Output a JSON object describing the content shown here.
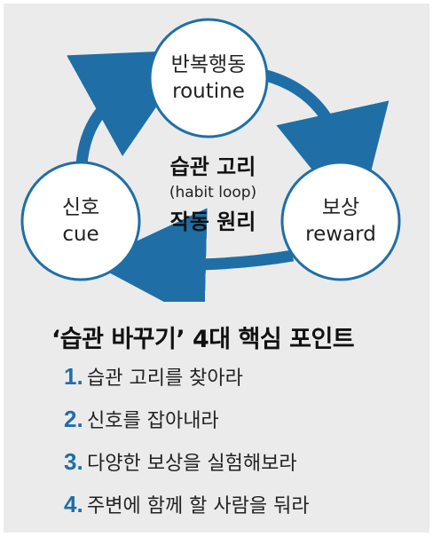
{
  "colors": {
    "accent": "#1f6fa6",
    "panel": "#ebebeb",
    "node_fill": "#ffffff"
  },
  "loop": {
    "nodes": {
      "routine": {
        "ko": "반복행동",
        "en": "routine"
      },
      "reward": {
        "ko": "보상",
        "en": "reward"
      },
      "cue": {
        "ko": "신호",
        "en": "cue"
      }
    },
    "center": {
      "title": "습관 고리",
      "subtitle": "(habit loop)",
      "caption": "작동 원리"
    }
  },
  "points": {
    "heading": "‘습관 바꾸기’ 4대 핵심 포인트",
    "items": [
      {
        "num": "1.",
        "text": "습관 고리를 찾아라"
      },
      {
        "num": "2.",
        "text": "신호를 잡아내라"
      },
      {
        "num": "3.",
        "text": "다양한 보상을 실험해보라"
      },
      {
        "num": "4.",
        "text": "주변에 함께 할 사람을 둬라"
      }
    ]
  }
}
